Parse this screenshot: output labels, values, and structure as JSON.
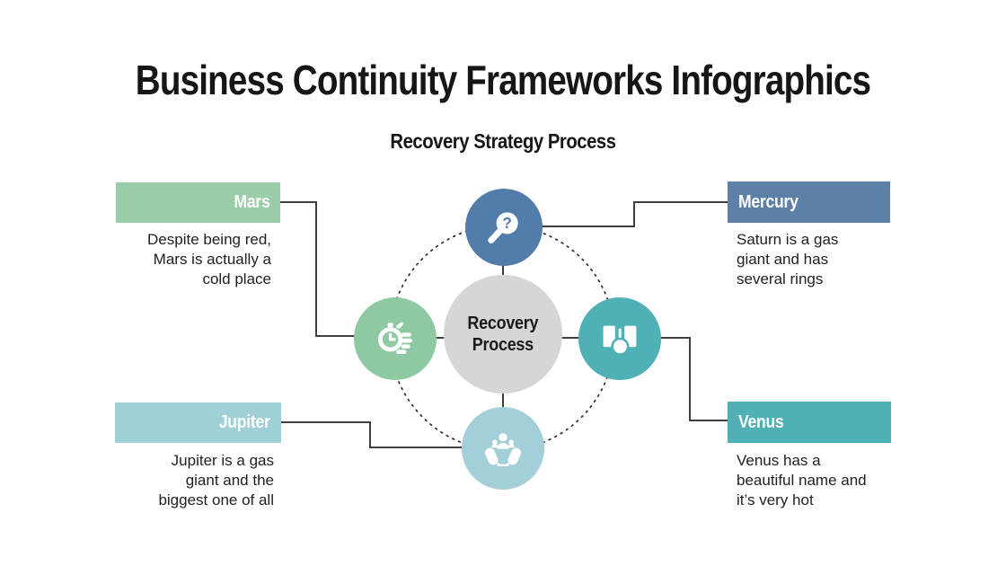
{
  "title": "Business Continuity Frameworks Infographics",
  "subtitle": "Recovery Strategy Process",
  "center_label": "Recovery\nProcess",
  "colors": {
    "mars": "#9ccdaa",
    "mercury": "#5c80a6",
    "jupiter": "#9fd0d8",
    "venus": "#4fb0b5",
    "top_circle": "#527ca9",
    "left_circle": "#8fc9a3",
    "right_circle": "#4fb0b5",
    "bottom_circle": "#a3cfda",
    "center_circle": "#d6d6d6",
    "connector": "#3f3f3f",
    "dotted_ring": "#2e2e2e",
    "body_text": "#212121"
  },
  "nodes": {
    "mars": {
      "label": "Mars",
      "description": "Despite being red,\nMars is actually a\ncold place"
    },
    "mercury": {
      "label": "Mercury",
      "description": "Saturn is a gas\ngiant and has\nseveral rings"
    },
    "jupiter": {
      "label": "Jupiter",
      "description": "Jupiter is a gas\ngiant and the\nbiggest one of all"
    },
    "venus": {
      "label": "Venus",
      "description": "Venus has a\nbeautiful name and\nit’s very hot"
    }
  },
  "icons": {
    "top": "magnifier-question-icon",
    "left": "time-management-icon",
    "right": "selection-hand-icon",
    "bottom": "care-hands-icon"
  }
}
